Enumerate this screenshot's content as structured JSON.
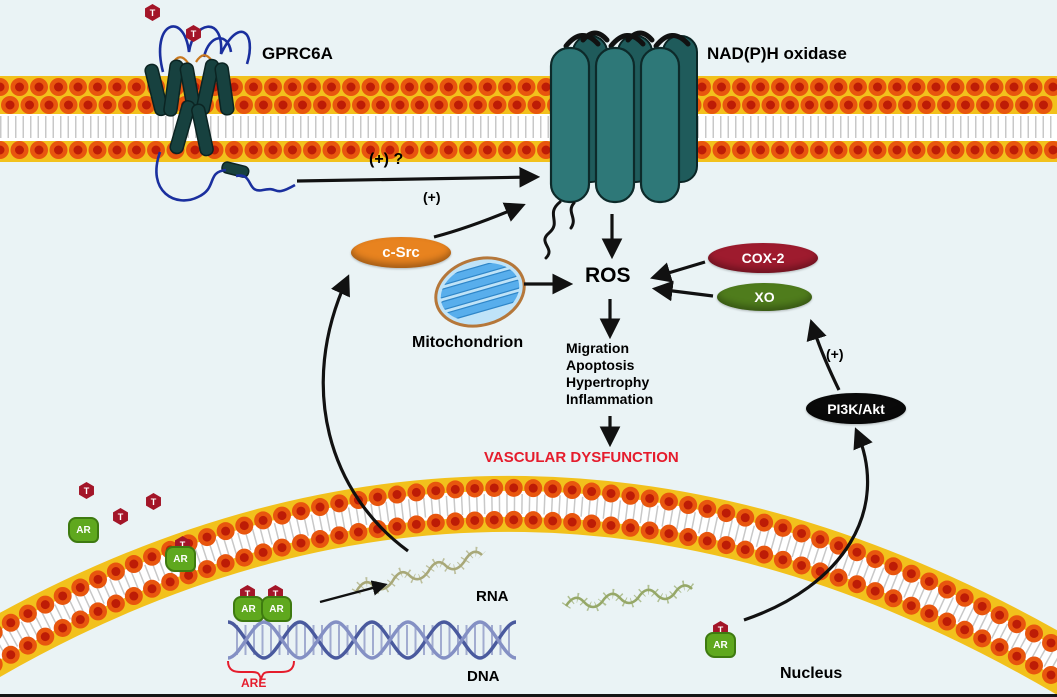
{
  "colors": {
    "bg": "#eaf3f5",
    "membrane-yellow": "#f2c11c",
    "lipid-orange": "#e8560e",
    "lipid-core": "#bd1c06",
    "helix-teal": "#17413f",
    "barrel-teal": "#2e7878",
    "receptor-blue": "#1a2f9e",
    "c-src-orange": "#e8831f",
    "cox2-red": "#9e1b2e",
    "xo-green": "#4f7c1c",
    "pi3k-black": "#0a0a0a",
    "t-red": "#a31528",
    "ar-green": "#5fa81e",
    "danger-red": "#e51c2c",
    "rna-olive": "#a8a878",
    "arrow-black": "#111111"
  },
  "labels": {
    "gprc6a": "GPRC6A",
    "nadph_oxidase": "NAD(P)H oxidase",
    "plus_question": "(+) ?",
    "plus": "(+)",
    "c_src": "c-Src",
    "mitochondrion": "Mitochondrion",
    "ros": "ROS",
    "cox2": "COX-2",
    "xo": "XO",
    "pi3k_akt": "PI3K/Akt",
    "vascular_dysfunction": "VASCULAR DYSFUNCTION",
    "rna": "RNA",
    "dna": "DNA",
    "are": "ARE",
    "nucleus": "Nucleus",
    "t": "T",
    "ar": "AR"
  },
  "effects": [
    "Migration",
    "Apoptosis",
    "Hypertrophy",
    "Inflammation"
  ]
}
